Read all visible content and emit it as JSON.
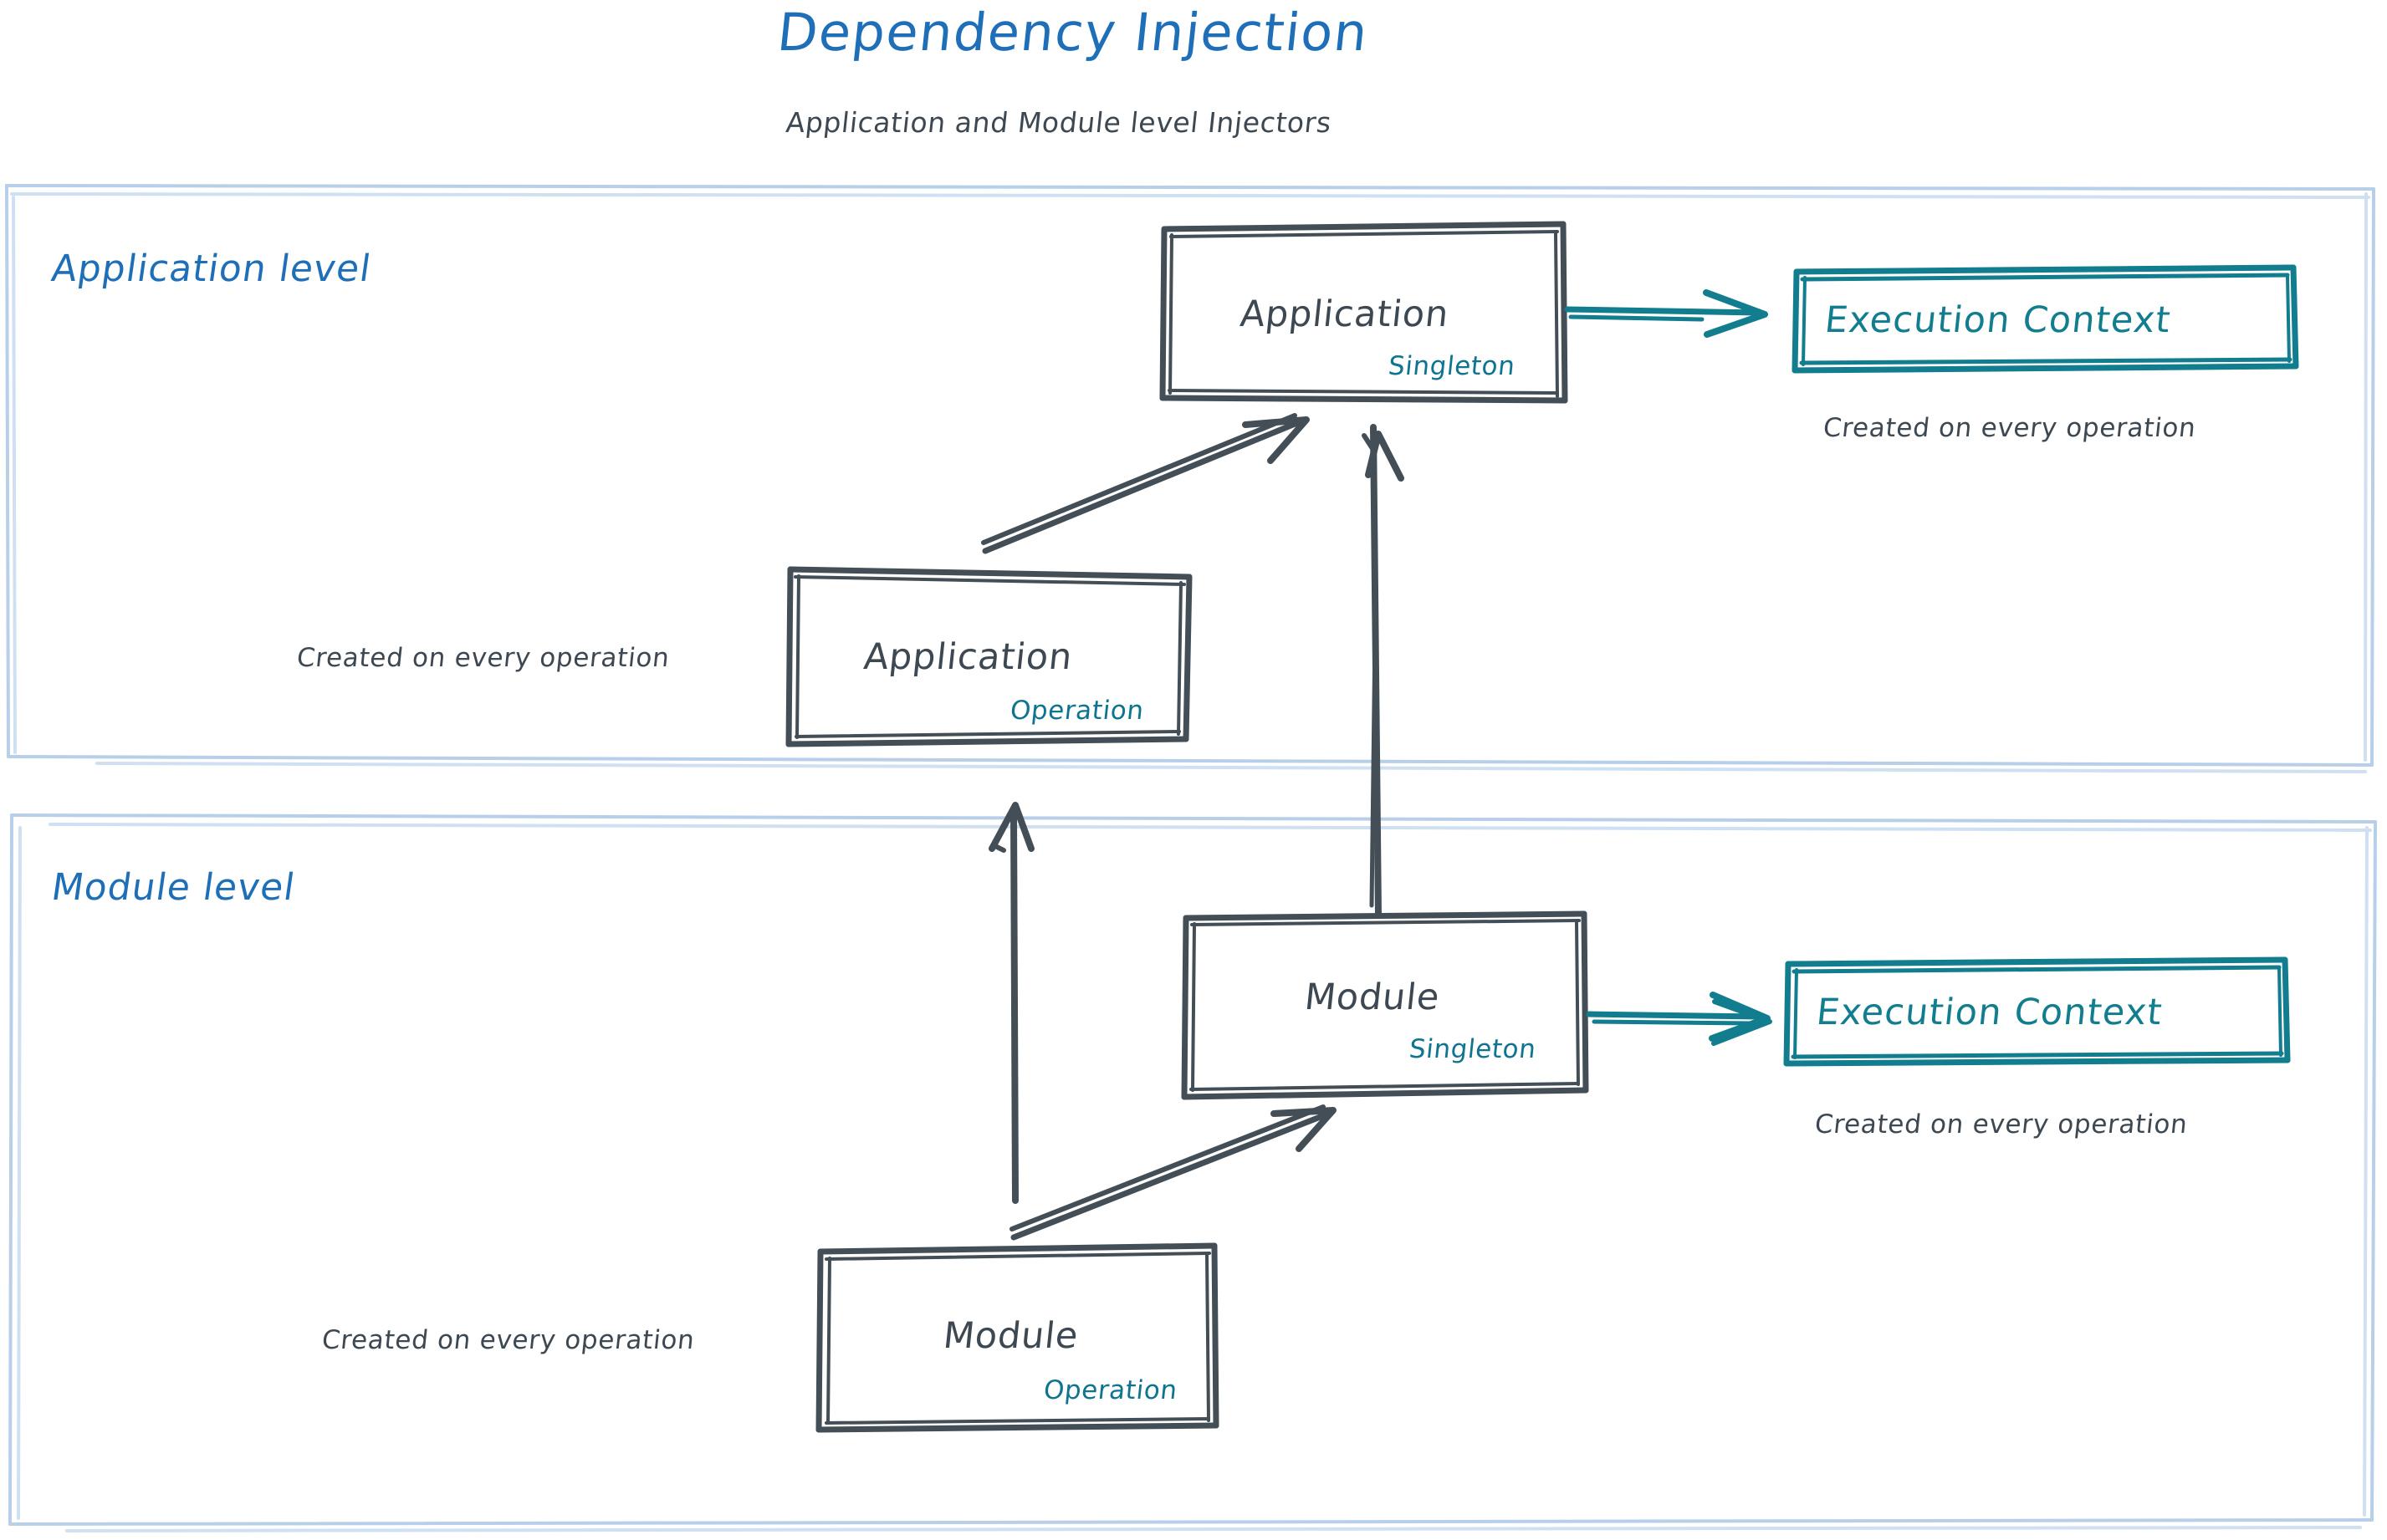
{
  "header": {
    "title": "Dependency Injection",
    "subtitle": "Application and Module level Injectors",
    "title_color": "#1f6fb8",
    "subtitle_color": "#3d4852"
  },
  "palette": {
    "panel_border": "#b7cfe8",
    "node_border": "#434e56",
    "node_text": "#3d4852",
    "scope_text": "#0e7490",
    "context_border": "#127d8e",
    "context_text": "#127d8e",
    "arrow_dark": "#434e56",
    "arrow_teal": "#127d8e",
    "background": "#ffffff"
  },
  "panels": [
    {
      "id": "application-level",
      "title": "Application level"
    },
    {
      "id": "module-level",
      "title": "Module level"
    }
  ],
  "nodes": {
    "application_singleton": {
      "label": "Application",
      "scope": "Singleton"
    },
    "application_operation": {
      "label": "Application",
      "scope": "Operation"
    },
    "module_singleton": {
      "label": "Module",
      "scope": "Singleton"
    },
    "module_operation": {
      "label": "Module",
      "scope": "Operation"
    },
    "execution_context_app": {
      "label": "Execution Context"
    },
    "execution_context_module": {
      "label": "Execution Context"
    }
  },
  "captions": {
    "app_context_note": "Created on every operation",
    "app_operation_note": "Created on every operation",
    "module_context_note": "Created on every operation",
    "module_operation_note": "Created on every operation"
  },
  "edges": [
    {
      "id": "app-singleton-to-exec-context",
      "from": "application_singleton",
      "to": "execution_context_app",
      "style": "teal-arrow"
    },
    {
      "id": "app-operation-to-app-singleton",
      "from": "application_operation",
      "to": "application_singleton",
      "style": "dark-arrow"
    },
    {
      "id": "module-singleton-to-app-singleton",
      "from": "module_singleton",
      "to": "application_singleton",
      "style": "dark-arrow"
    },
    {
      "id": "module-singleton-to-exec-context",
      "from": "module_singleton",
      "to": "execution_context_module",
      "style": "teal-arrow"
    },
    {
      "id": "module-operation-to-module-singleton",
      "from": "module_operation",
      "to": "module_singleton",
      "style": "dark-arrow"
    },
    {
      "id": "module-operation-to-app-operation",
      "from": "module_operation",
      "to": "application_operation",
      "style": "dark-arrow"
    }
  ]
}
